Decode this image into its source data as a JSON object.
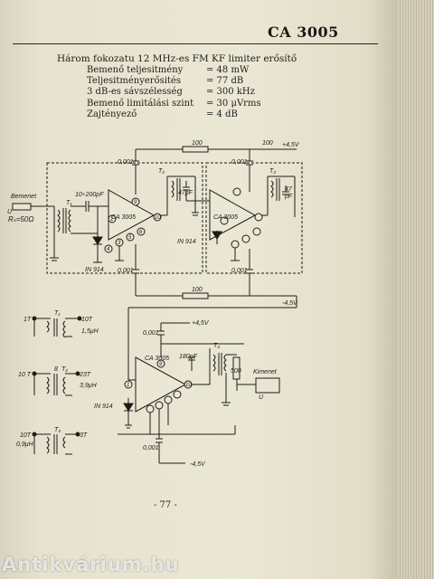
{
  "header": {
    "title": "CA 3005"
  },
  "heading": "Három fokozatu 12 MHz-es FM KF limiter erősítő",
  "specs": [
    {
      "label": "Bemenő teljesitmény",
      "value": "= 48 mW"
    },
    {
      "label": "Teljesitményerősités",
      "value": "= 77 dB"
    },
    {
      "label": "3 dB-es sávszélesség",
      "value": "= 300 kHz"
    },
    {
      "label": "Bemenő limitálási szint",
      "value": "= 30 μVrms"
    },
    {
      "label": "Zajtényező",
      "value": "= 4 dB"
    }
  ],
  "schematic": {
    "ic_label": "CA 3005",
    "bemenet": "Bemenet",
    "kimenet": "Kimenet",
    "u_in": "U",
    "u_in_sub": "i",
    "u_out": "U",
    "u_out_sub": "o",
    "rg": "Rₛ=50Ω",
    "cap_range": "10÷200pF",
    "diode": "IN 914",
    "diode_alt": "IN 914",
    "r100": "100",
    "supply_pos": "+4,5V",
    "supply_neg": "-4,5V",
    "c001": "0,001",
    "c47": "47pF",
    "c47b": "47",
    "c47c": "pF",
    "c180": "180pF",
    "r500": "500",
    "t1": "T₁",
    "t2": "T₂",
    "t3": "T₃",
    "t4": "T₄",
    "pins": [
      "1",
      "2",
      "3",
      "4",
      "5",
      "6",
      "7",
      "8",
      "9",
      "10"
    ],
    "xfmr1": {
      "left": "1T",
      "right": "10T",
      "name": "T₁",
      "ind": "1,5μH"
    },
    "xfmr2": {
      "left": "10 T",
      "mid": "8",
      "right": "23T",
      "name": "T₂",
      "ind": "3,9μH"
    },
    "xfmr3": {
      "left": "10T",
      "ind": "0,9μH",
      "right": "3T",
      "name": "T₄"
    }
  },
  "footer": {
    "page_number": "- 77 -"
  },
  "watermark": "Antikvárium.hu"
}
